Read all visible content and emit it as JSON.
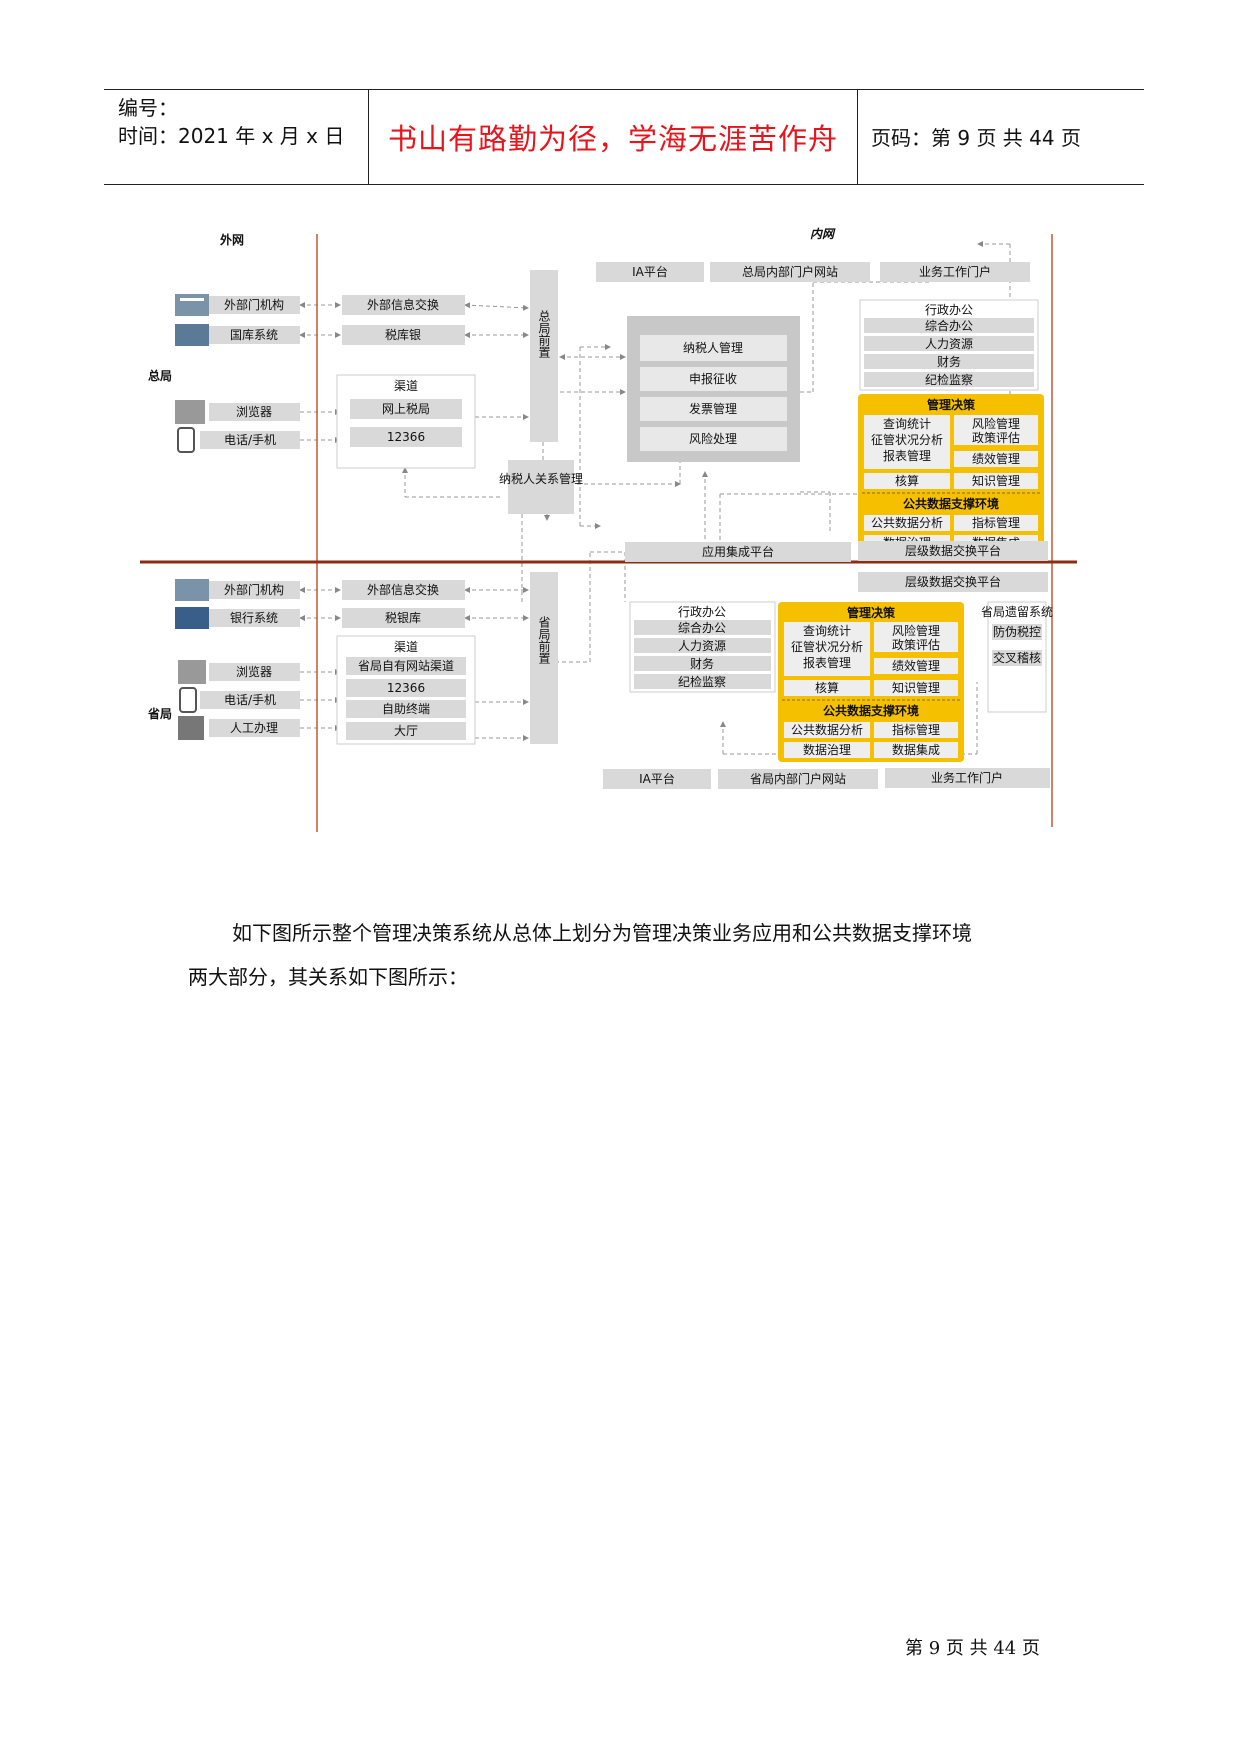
{
  "header": {
    "number_label": "编号：",
    "time_label": "时间：2021 年 x 月 x 日",
    "motto": "书山有路勤为径，学海无涯苦作舟",
    "page_label": "页码：第 9 页  共 44 页"
  },
  "diagram": {
    "outer_net": "外网",
    "inner_net": "内网",
    "hq": "总局",
    "prov": "省局",
    "hq_ext": [
      "外部门机构",
      "国库系统"
    ],
    "hq_clients": [
      "浏览器",
      "电话/手机"
    ],
    "hq_exchange": [
      "外部信息交换",
      "税库银"
    ],
    "channel": "渠道",
    "hq_channels": [
      "网上税局",
      "12366"
    ],
    "hq_front": "总局前置",
    "taxpayer_rel": "纳税人关系管理",
    "core": [
      "纳税人管理",
      "申报征收",
      "发票管理",
      "风险处理"
    ],
    "hq_top": [
      "IA平台",
      "总局内部门户网站",
      "业务工作门户"
    ],
    "admin_title": "行政办公",
    "admin_items": [
      "综合办公",
      "人力资源",
      "财务",
      "纪检监察"
    ],
    "mgmt_title": "管理决策",
    "mgmt_left": [
      "查询统计",
      "征管状况分析",
      "报表管理",
      "核算"
    ],
    "mgmt_right": [
      "风险管理",
      "政策评估",
      "绩效管理",
      "知识管理"
    ],
    "pub_title": "公共数据支撑环境",
    "pub_items": [
      "公共数据分析",
      "指标管理",
      "数据治理",
      "数据集成"
    ],
    "app_int": "应用集成平台",
    "level_ex": "层级数据交换平台",
    "prov_ext": [
      "外部门机构",
      "银行系统"
    ],
    "prov_clients": [
      "浏览器",
      "电话/手机",
      "人工办理"
    ],
    "prov_exchange": [
      "外部信息交换",
      "税银库"
    ],
    "prov_channels": [
      "省局自有网站渠道",
      "12366",
      "自助终端",
      "大厅"
    ],
    "prov_front": "省局前置",
    "legacy_title": "省局遗留系统",
    "legacy_items": [
      "防伪税控",
      "交叉稽核"
    ],
    "prov_bottom": [
      "IA平台",
      "省局内部门户网站",
      "业务工作门户"
    ]
  },
  "body": {
    "para_line1": "如下图所示整个管理决策系统从总体上划分为管理决策业务应用和公共数据支撑环境",
    "para_line2": "两大部分，其关系如下图所示："
  },
  "footer": {
    "page": "第 9 页 共 44 页"
  }
}
